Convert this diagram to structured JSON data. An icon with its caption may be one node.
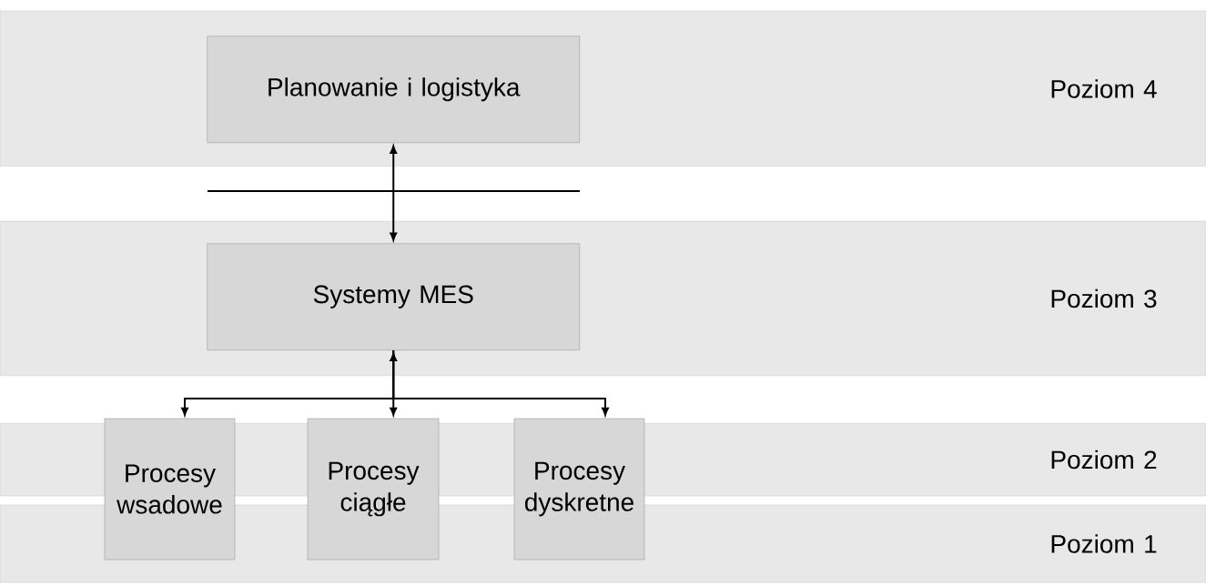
{
  "diagram": {
    "nodes": [
      {
        "text": [
          "Poziom 4"
        ]
      },
      {
        "text": [
          "Planowanie i logistyka"
        ],
        "in": 0
      },
      {
        "text": [
          "Poziom 3"
        ]
      },
      {
        "text": [
          "Systemy MES"
        ],
        "in": 2
      },
      {
        "text": [
          "Poziom 2"
        ]
      },
      {
        "text": [
          "Poziom 1"
        ]
      },
      {
        "text": [
          "Procesy wsadowe"
        ]
      },
      {
        "text": [
          "Procesy ciągłe"
        ]
      },
      {
        "text": [
          "Procesy dyskretne"
        ]
      }
    ],
    "edges": [
      {
        "from": 1,
        "to": 3,
        "arrow": "both"
      },
      {
        "from": 3,
        "to": 6,
        "arrow": "to"
      },
      {
        "from": 3,
        "to": 7,
        "arrow": "both"
      },
      {
        "from": 3,
        "to": 8,
        "arrow": "to"
      }
    ]
  }
}
